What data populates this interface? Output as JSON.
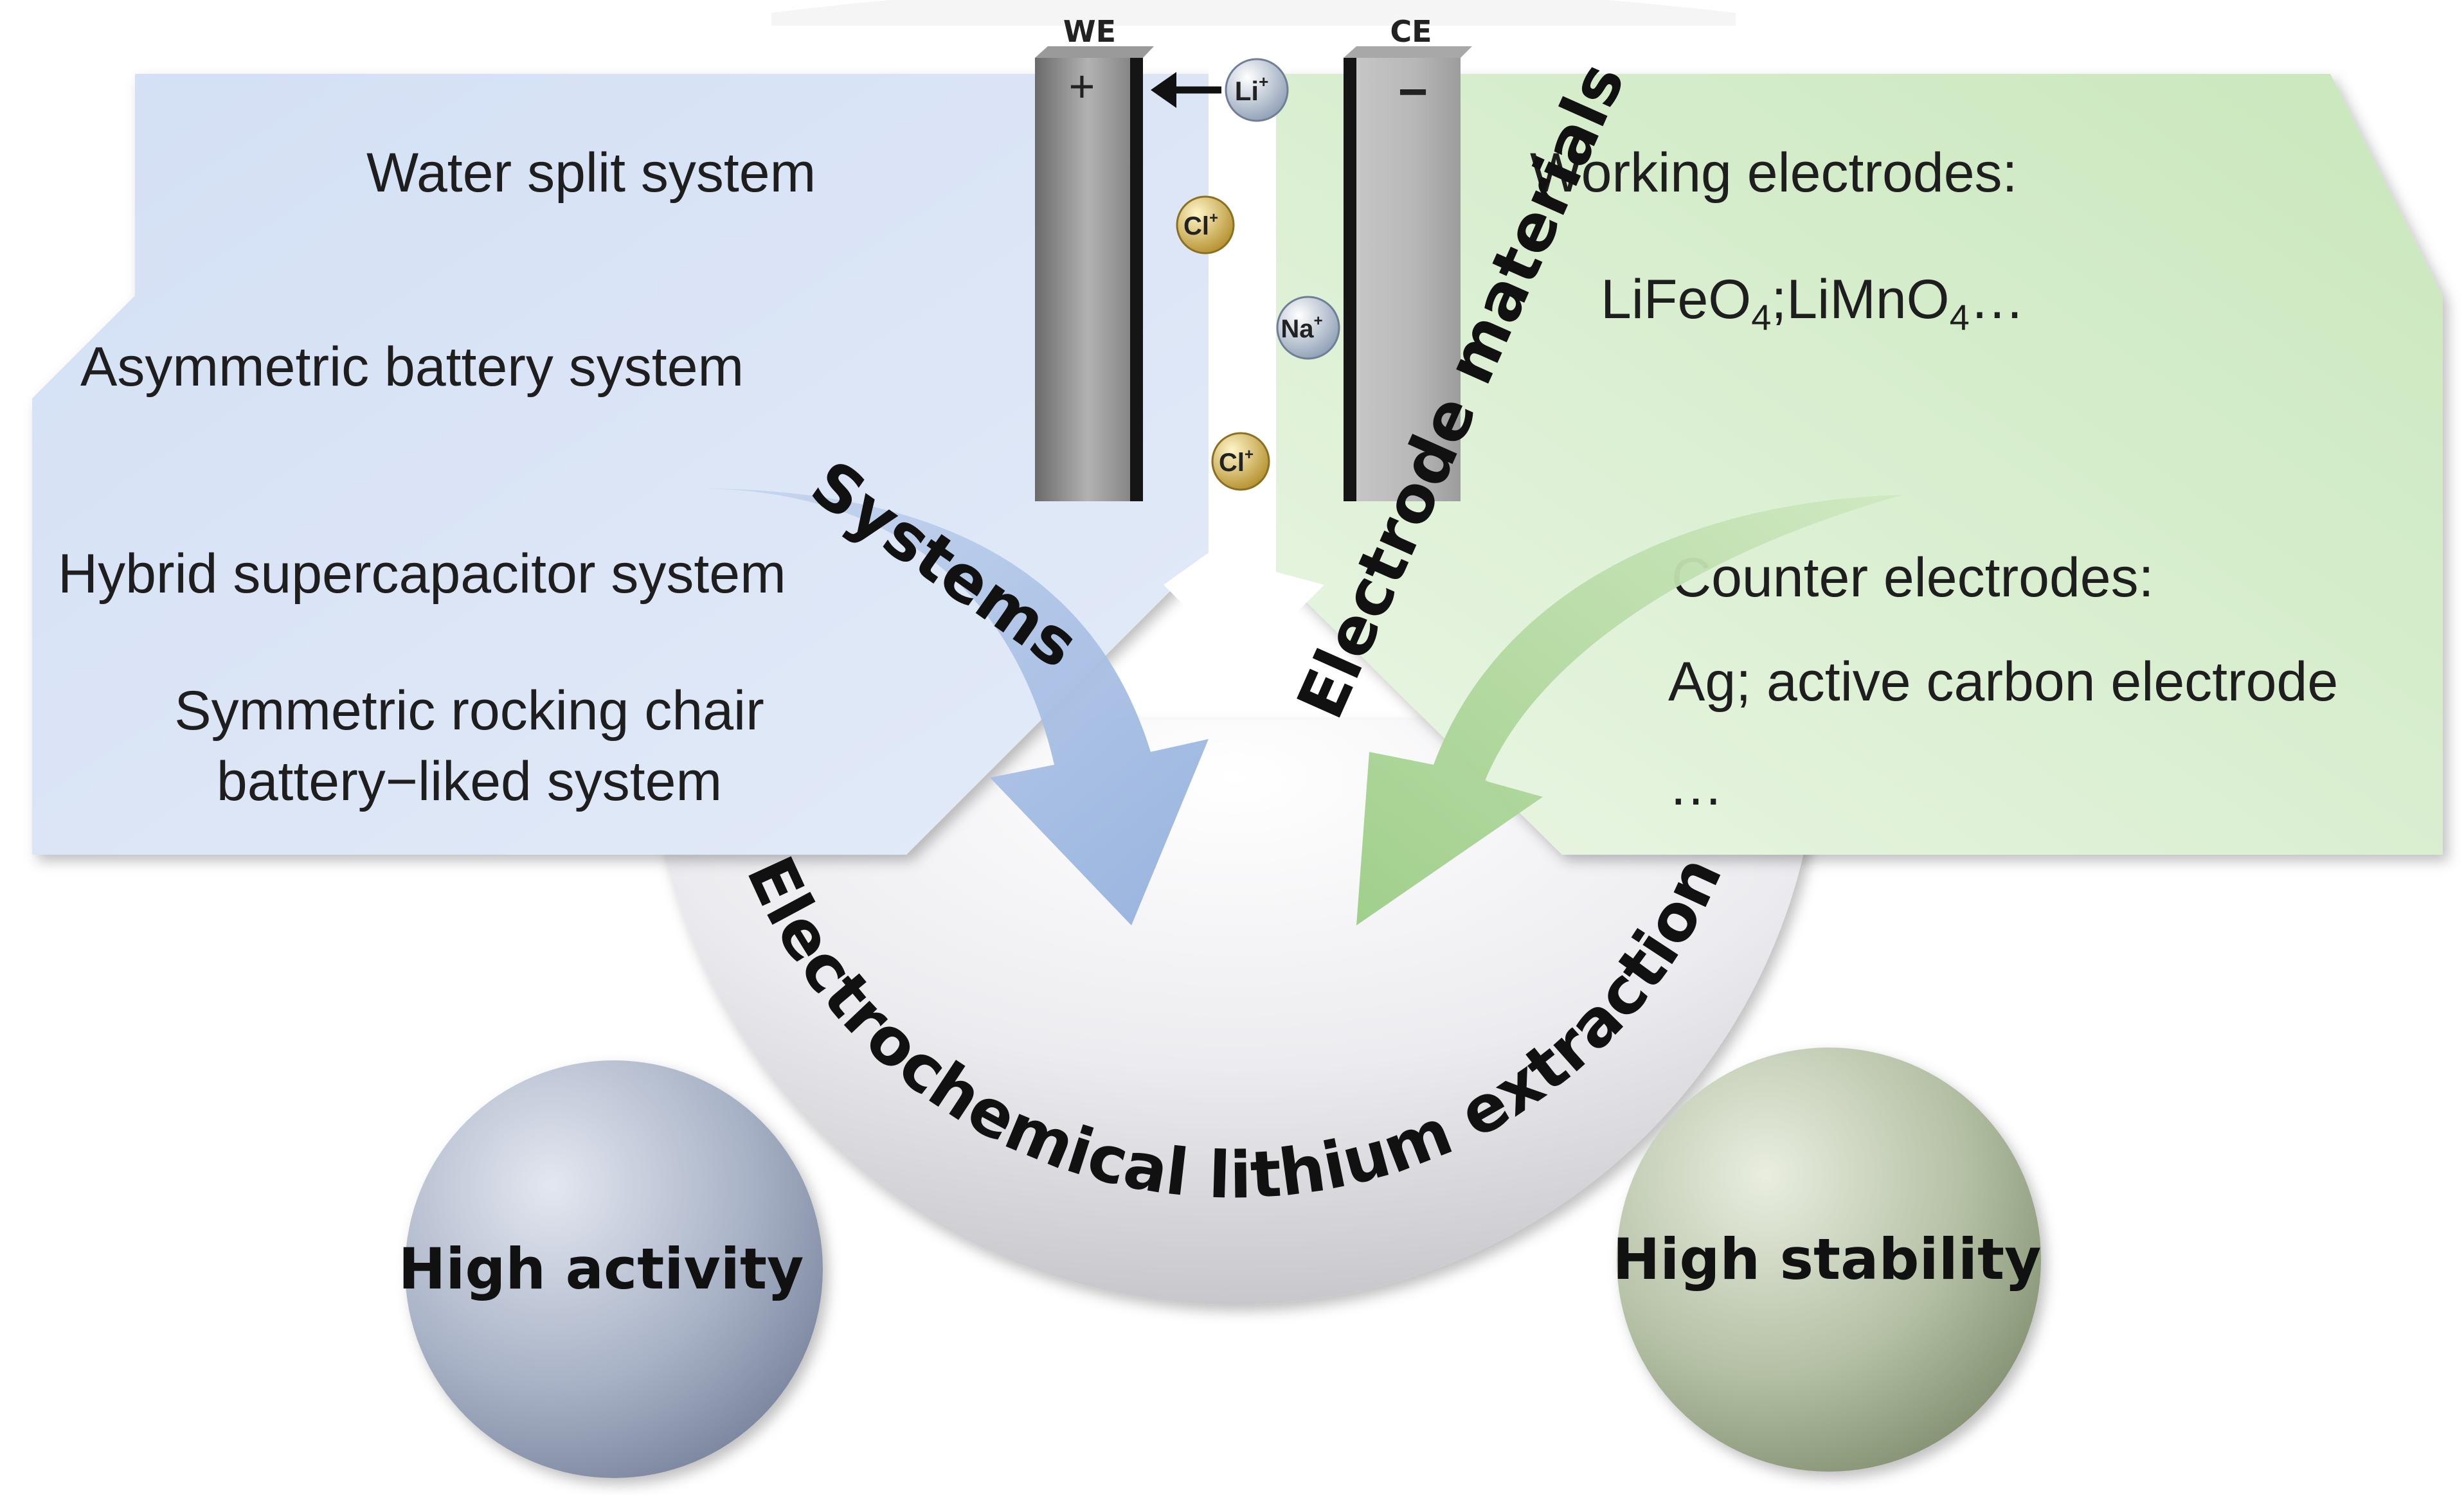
{
  "electrodes": {
    "we": {
      "label": "WE",
      "sign": "+"
    },
    "ce": {
      "label": "CE",
      "sign": "−"
    }
  },
  "ions": {
    "li": {
      "symbol": "Li",
      "charge": "+"
    },
    "cl_upper": {
      "symbol": "Cl",
      "charge": "+"
    },
    "na": {
      "symbol": "Na",
      "charge": "+"
    },
    "cl_lower": {
      "symbol": "Cl",
      "charge": "+"
    }
  },
  "systems_panel": {
    "items": [
      "Water split system",
      "Asymmetric battery system",
      "Hybrid supercapacitor system"
    ],
    "item4_line1": "Symmetric rocking chair",
    "item4_line2": "battery−liked system"
  },
  "materials_panel": {
    "working_heading": "Working electrodes:",
    "working_values": {
      "a": "LiFeO",
      "a_sub": "4",
      "b": ";LiMnO",
      "b_sub": "4",
      "tail": "…"
    },
    "counter_heading": "Counter electrodes:",
    "counter_values": "Ag; active carbon electrode",
    "more": "…"
  },
  "arrows": {
    "systems_label": "Systems",
    "materials_label": "Electrode materials"
  },
  "center_label": "Electrochemical lithium extraction",
  "outcomes": {
    "left": "High activity",
    "right": "High stability"
  },
  "colors": {
    "systems_panel": "#dbe5f5",
    "materials_panel": "#dcefd3",
    "systems_arrow": "#a9bfe3",
    "materials_arrow": "#b5d9a3",
    "activity_circle": "#9aa6bd",
    "stability_circle": "#a9b79a"
  }
}
